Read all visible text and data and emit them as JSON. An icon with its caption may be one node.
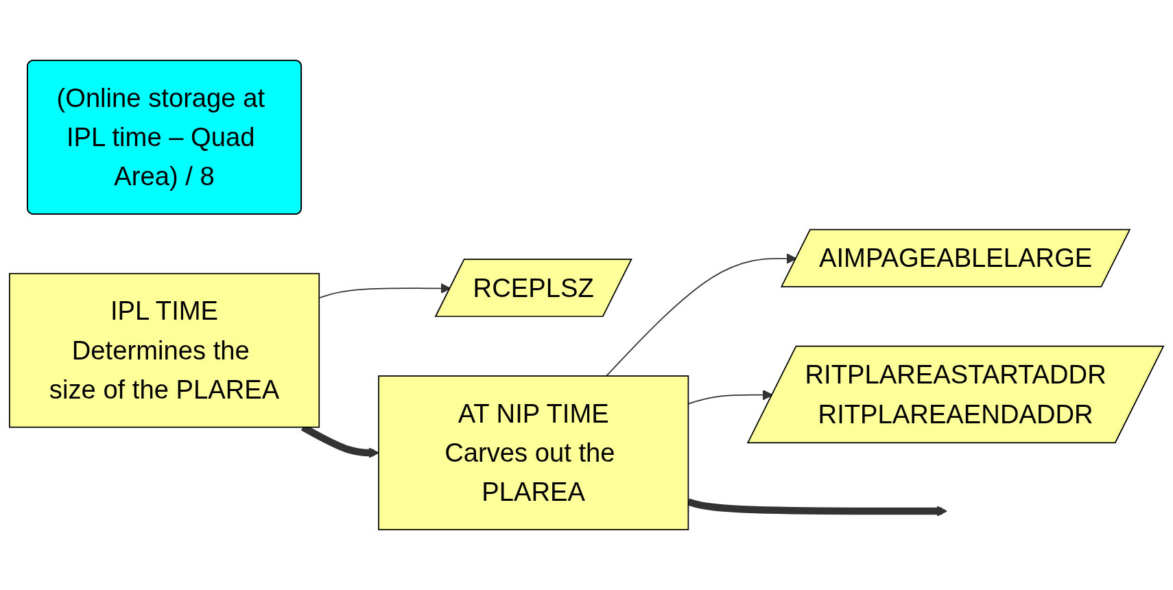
{
  "diagram": {
    "nodes": [
      {
        "text": [
          "(Online storage at IPL time – Quad Area) / 8"
        ]
      },
      {
        "text": [
          "IPL TIME",
          "Determines the size of the PLAREA"
        ]
      },
      {
        "text": [
          "RCEPLSZ"
        ]
      },
      {
        "text": [
          "AT NIP TIME",
          "Carves out the PLAREA"
        ]
      },
      {
        "text": [
          "AIMPAGEABLELARGE"
        ]
      },
      {
        "text": [
          "RITPLAREASTARTADDR",
          "RITPLAREAENDADDR"
        ]
      }
    ],
    "edges": [
      {
        "from": 1,
        "to": 3,
        "arrow": "to",
        "style": "thick"
      },
      {
        "from": 1,
        "to": 2,
        "arrow": "to"
      },
      {
        "from": 3,
        "to": 4,
        "arrow": "to"
      },
      {
        "from": 3,
        "to": 5,
        "arrow": "to"
      },
      {
        "from": 3,
        "to": null,
        "arrow": "to",
        "style": "thick"
      }
    ]
  }
}
